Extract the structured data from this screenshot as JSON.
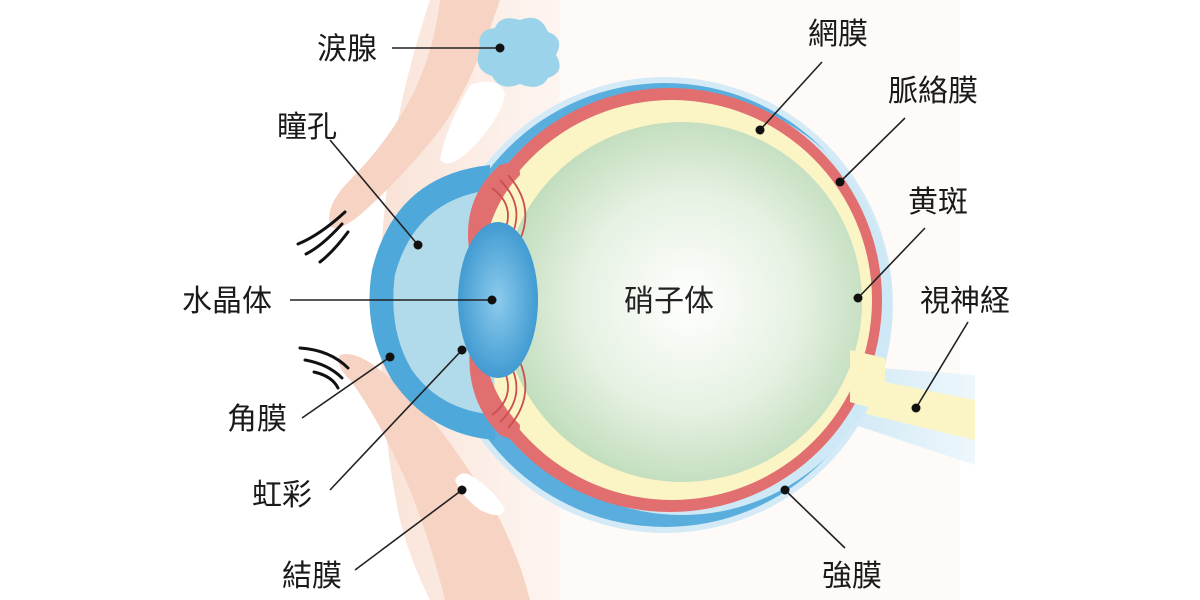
{
  "colors": {
    "skin_light": "#fce8dc",
    "skin": "#f6d3c2",
    "sclera_blue": "#5aaedd",
    "sclera_light": "#cfe8f5",
    "choroid_red": "#e26f6f",
    "retina_yellow": "#fbf5c6",
    "vitreous_green": "#c6e0c2",
    "cornea_fill": "#a9d6e6",
    "lens_blue": "#3d9bd3",
    "gland_blue": "#9bd3ea",
    "leader": "#222222"
  },
  "labels": {
    "lacrimal_gland": "涙腺",
    "pupil": "瞳孔",
    "lens": "水晶体",
    "cornea": "角膜",
    "iris": "虹彩",
    "conjunctiva": "結膜",
    "retina": "網膜",
    "choroid": "脈絡膜",
    "macula": "黄斑",
    "optic_nerve": "視神経",
    "sclera": "強膜",
    "vitreous_body": "硝子体"
  }
}
